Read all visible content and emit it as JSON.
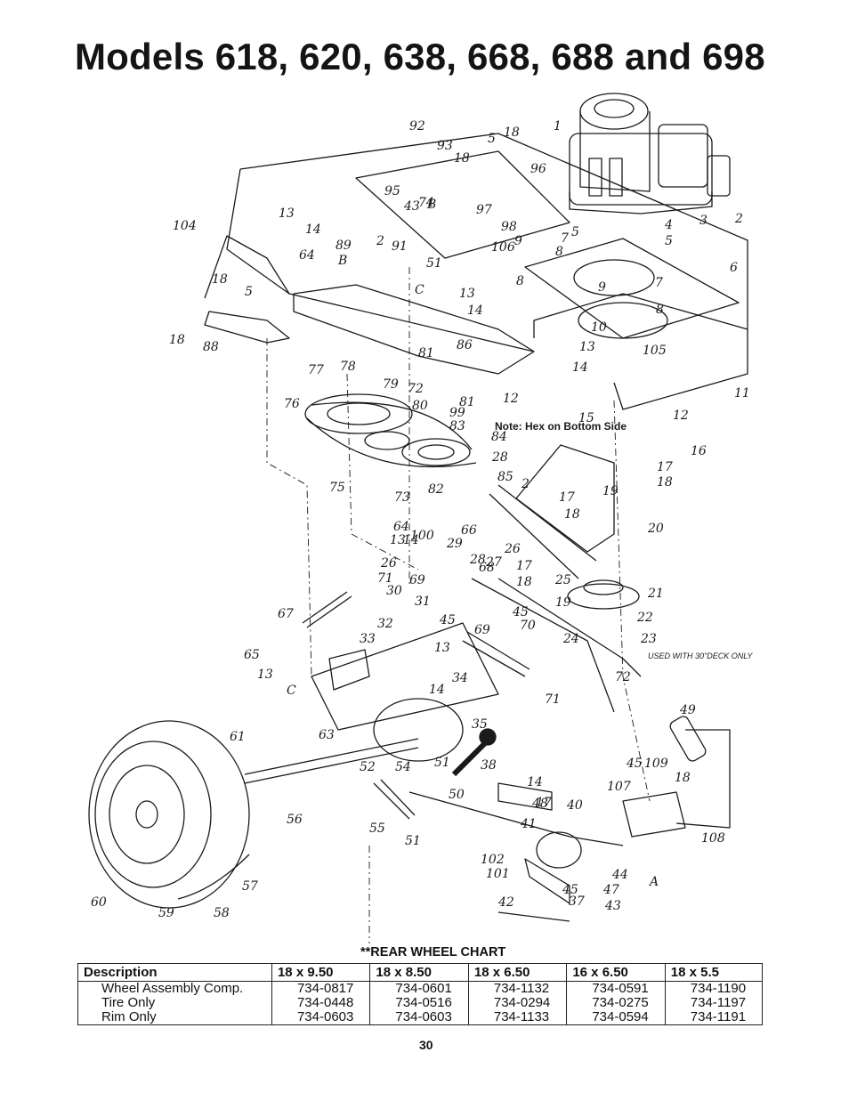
{
  "page": {
    "title": "Models 618, 620, 638, 668, 688 and 698",
    "page_number": "30"
  },
  "diagram": {
    "part_labels": [
      "1",
      "2",
      "2",
      "2",
      "3",
      "4",
      "5",
      "5",
      "5",
      "5",
      "6",
      "7",
      "7",
      "8",
      "8",
      "8",
      "9",
      "9",
      "10",
      "11",
      "12",
      "12",
      "13",
      "13",
      "13",
      "13",
      "13",
      "13",
      "14",
      "14",
      "14",
      "14",
      "14",
      "14",
      "15",
      "16",
      "17",
      "17",
      "17",
      "17",
      "18",
      "18",
      "18",
      "18",
      "18",
      "18",
      "18",
      "18",
      "19",
      "19",
      "20",
      "21",
      "22",
      "23",
      "24",
      "25",
      "26",
      "26",
      "27",
      "28",
      "28",
      "29",
      "30",
      "31",
      "32",
      "33",
      "34",
      "35",
      "37",
      "38",
      "40",
      "41",
      "42",
      "43",
      "43",
      "44",
      "45",
      "45",
      "45",
      "45",
      "47",
      "48",
      "49",
      "50",
      "51",
      "51",
      "51",
      "52",
      "54",
      "55",
      "56",
      "57",
      "58",
      "59",
      "60",
      "61",
      "63",
      "64",
      "64",
      "65",
      "66",
      "67",
      "68",
      "69",
      "69",
      "70",
      "71",
      "71",
      "72",
      "72",
      "73",
      "74",
      "75",
      "76",
      "77",
      "78",
      "79",
      "80",
      "81",
      "81",
      "82",
      "83",
      "84",
      "85",
      "86",
      "88",
      "89",
      "91",
      "92",
      "93",
      "95",
      "96",
      "97",
      "98",
      "99",
      "100",
      "101",
      "102",
      "104",
      "105",
      "106",
      "107",
      "108",
      "109",
      "A",
      "B",
      "B",
      "C",
      "C"
    ],
    "note": "Note: Hex on Bottom Side",
    "deck_note": "USED WITH 30\"DECK ONLY"
  },
  "rear_wheel_chart": {
    "heading": "REAR WHEEL CHART",
    "heading_prefix": "**",
    "columns": [
      "Description",
      "18 x 9.50",
      "18 x 8.50",
      "18 x 6.50",
      "16 x 6.50",
      "18 x 5.5"
    ],
    "rows": [
      [
        "Wheel Assembly Comp.",
        "734-0817",
        "734-0601",
        "734-1132",
        "734-0591",
        "734-1190"
      ],
      [
        "Tire Only",
        "734-0448",
        "734-0516",
        "734-0294",
        "734-0275",
        "734-1197"
      ],
      [
        "Rim Only",
        "734-0603",
        "734-0603",
        "734-1133",
        "734-0594",
        "734-1191"
      ]
    ]
  }
}
